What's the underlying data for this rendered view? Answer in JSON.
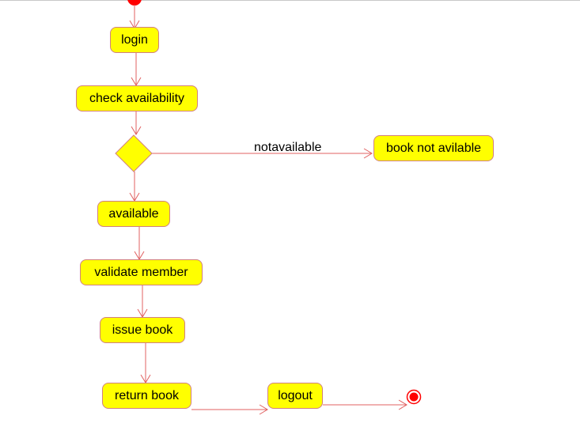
{
  "diagram": {
    "nodes": {
      "login": "login",
      "check_availability": "check availability",
      "book_not_available": "book not avilable",
      "available": "available",
      "validate_member": "validate member",
      "issue_book": "issue book",
      "return_book": "return book",
      "logout": "logout"
    },
    "edge_labels": {
      "not_available": "notavailable"
    },
    "colors": {
      "node_fill": "#ffff00",
      "node_border": "#d08080",
      "edge": "#e06060",
      "start_end": "#ff0000"
    }
  }
}
